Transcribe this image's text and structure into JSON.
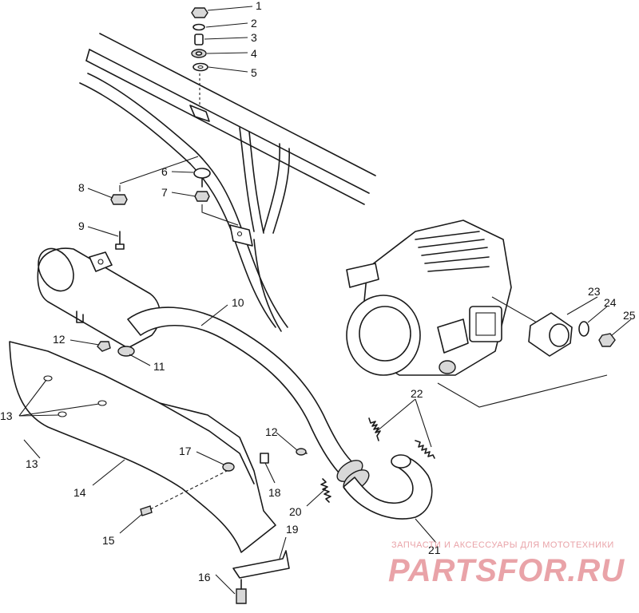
{
  "callouts": [
    {
      "id": "1",
      "label": "1"
    },
    {
      "id": "2",
      "label": "2"
    },
    {
      "id": "3",
      "label": "3"
    },
    {
      "id": "4",
      "label": "4"
    },
    {
      "id": "5",
      "label": "5"
    },
    {
      "id": "6",
      "label": "6"
    },
    {
      "id": "7",
      "label": "7"
    },
    {
      "id": "8",
      "label": "8"
    },
    {
      "id": "9",
      "label": "9"
    },
    {
      "id": "10",
      "label": "10"
    },
    {
      "id": "11",
      "label": "11"
    },
    {
      "id": "12a",
      "label": "12"
    },
    {
      "id": "12b",
      "label": "12"
    },
    {
      "id": "13a",
      "label": "13"
    },
    {
      "id": "13b",
      "label": "13"
    },
    {
      "id": "14",
      "label": "14"
    },
    {
      "id": "15",
      "label": "15"
    },
    {
      "id": "16",
      "label": "16"
    },
    {
      "id": "17",
      "label": "17"
    },
    {
      "id": "18",
      "label": "18"
    },
    {
      "id": "19",
      "label": "19"
    },
    {
      "id": "20",
      "label": "20"
    },
    {
      "id": "21",
      "label": "21"
    },
    {
      "id": "22",
      "label": "22"
    },
    {
      "id": "23",
      "label": "23"
    },
    {
      "id": "24",
      "label": "24"
    },
    {
      "id": "25",
      "label": "25"
    }
  ],
  "watermark": {
    "tagline": "ЗАПЧАСТИ И АКСЕССУАРЫ ДЛЯ МОТОТЕХНИКИ",
    "brand": "PARTSFOR.RU",
    "color": "#e9a3a8"
  }
}
